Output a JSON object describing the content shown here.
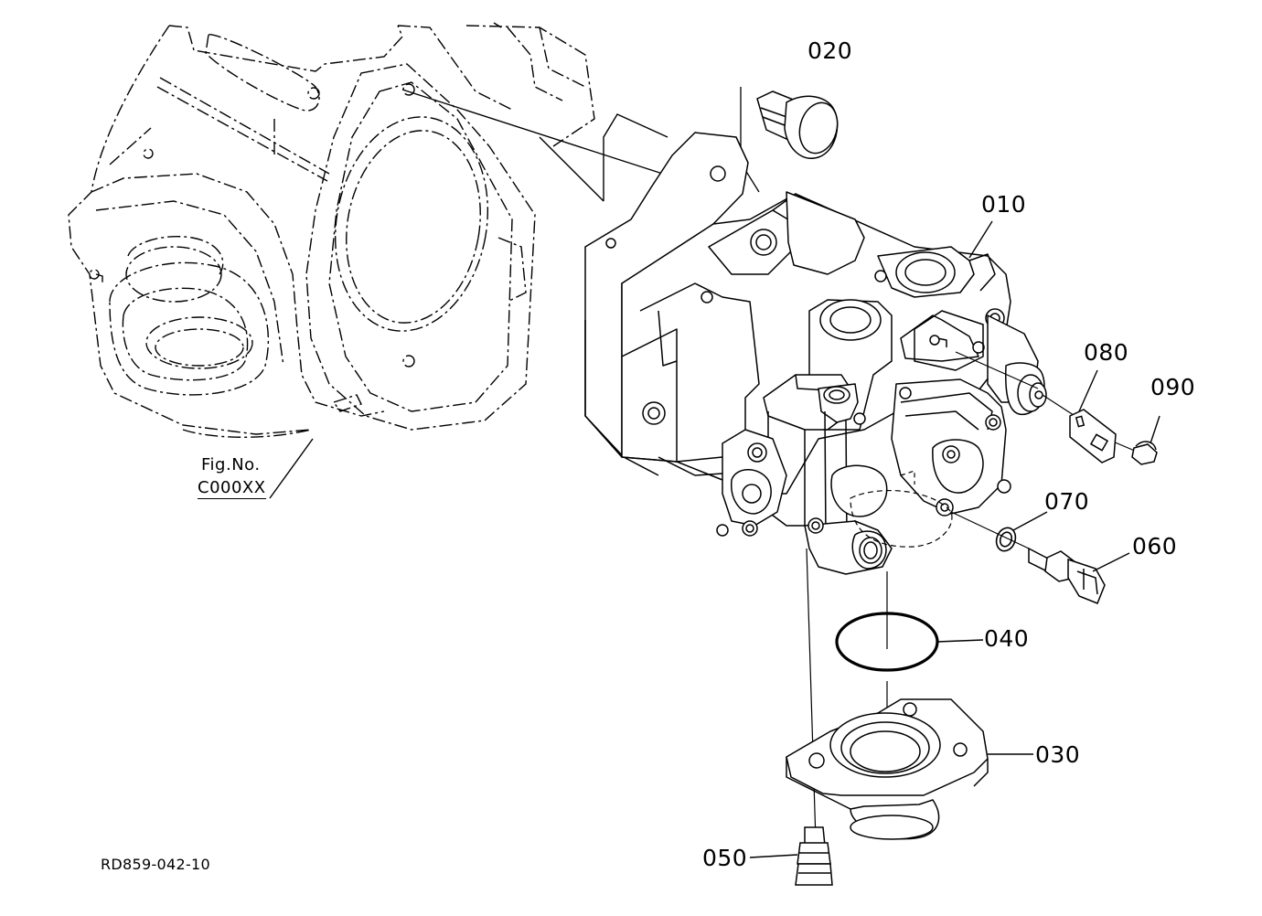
{
  "diagram": {
    "callouts": [
      {
        "id": "c020",
        "text": "020"
      },
      {
        "id": "c010",
        "text": "010"
      },
      {
        "id": "c080",
        "text": "080"
      },
      {
        "id": "c090",
        "text": "090"
      },
      {
        "id": "c070",
        "text": "070"
      },
      {
        "id": "c060",
        "text": "060"
      },
      {
        "id": "c040",
        "text": "040"
      },
      {
        "id": "c030",
        "text": "030"
      },
      {
        "id": "c050",
        "text": "050"
      }
    ],
    "figure_reference": {
      "line1": "Fig.No.",
      "line2": "C000XX"
    },
    "drawing_code": "RD859-042-10"
  }
}
